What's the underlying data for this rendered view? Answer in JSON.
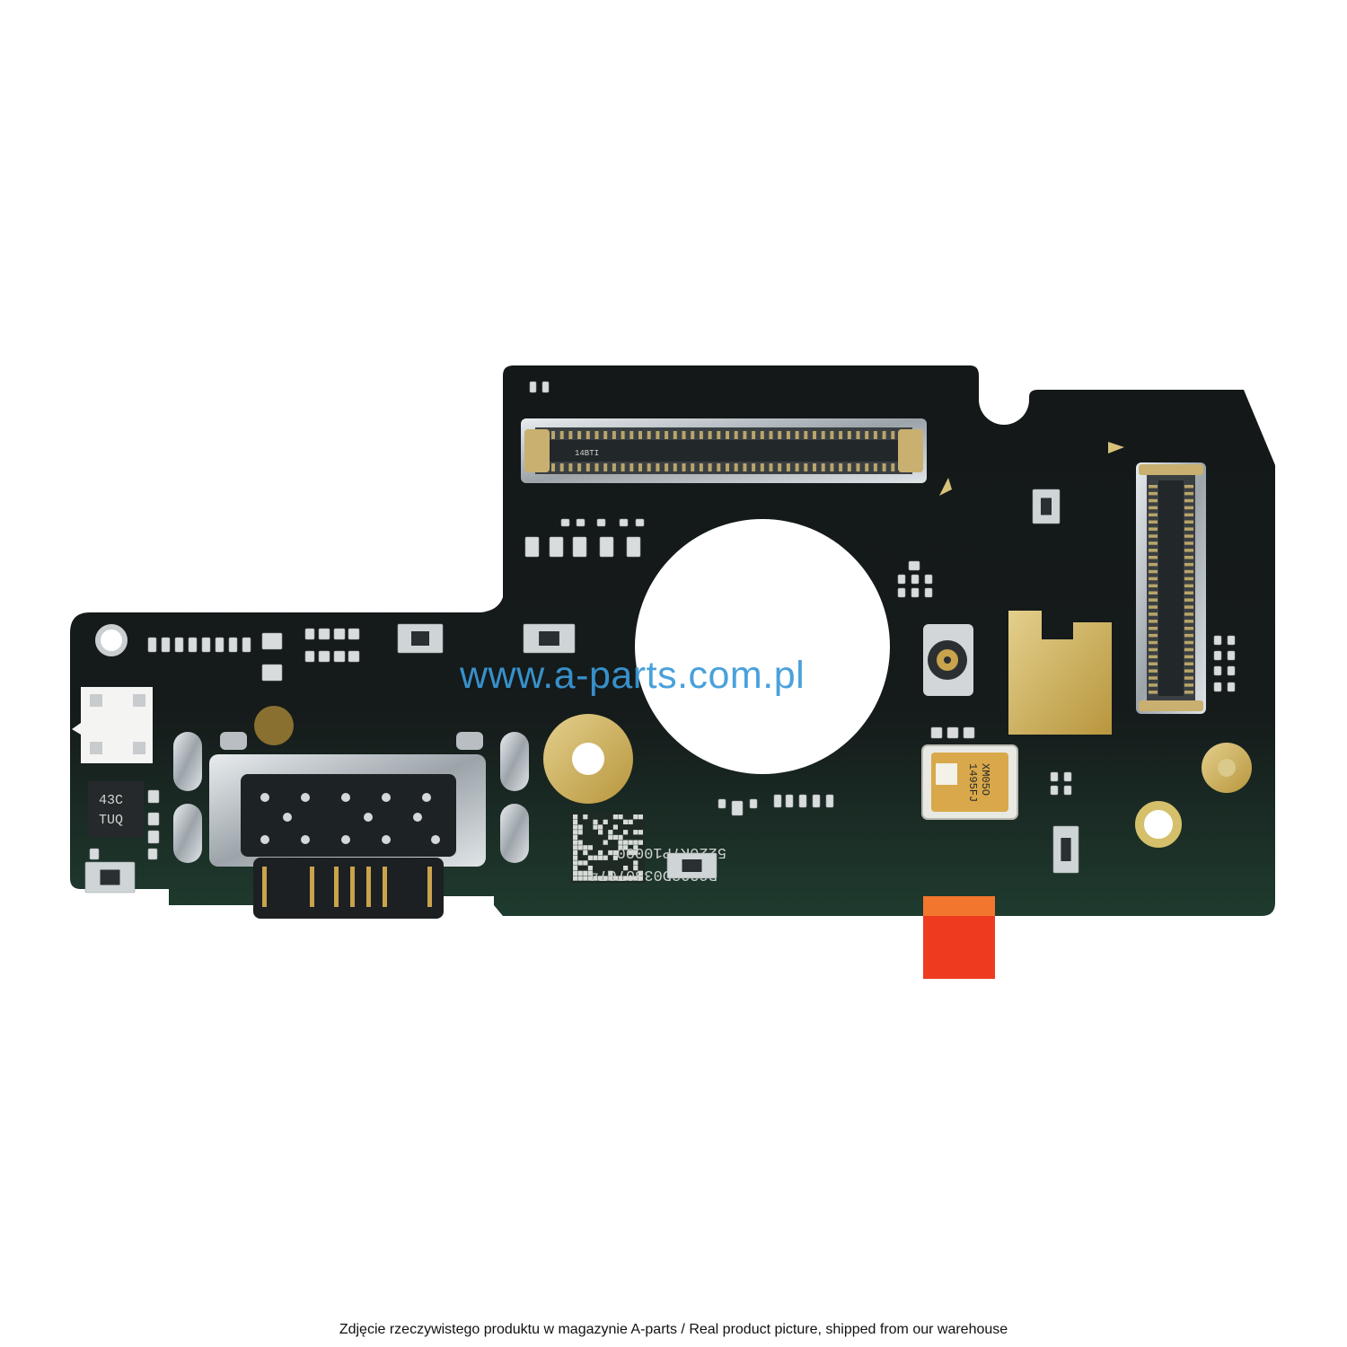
{
  "photo": {
    "subject": "PCB board with USB-C connector",
    "colors": {
      "background": "#ffffff",
      "pcb": "#15191a",
      "pcb_green_tint": "#1f3b2e",
      "watermark": "#3a9ad9",
      "tape": "#ee3a1f",
      "gold": "#c8a64a"
    }
  },
  "watermark_text": "www.a-parts.com.pl",
  "caption_text": "Zdjęcie rzeczywistego produktu w magazynie A-parts / Real product picture, shipped from our warehouse",
  "silkscreen": {
    "serial_1": "5220K7P10000",
    "serial_2": "BC203D03307074",
    "mic_line_1": "XM05O",
    "mic_line_2": "1495FJ",
    "chip_line_1": "43C",
    "chip_line_2": "TUQ",
    "conn_label": "14BTI"
  }
}
